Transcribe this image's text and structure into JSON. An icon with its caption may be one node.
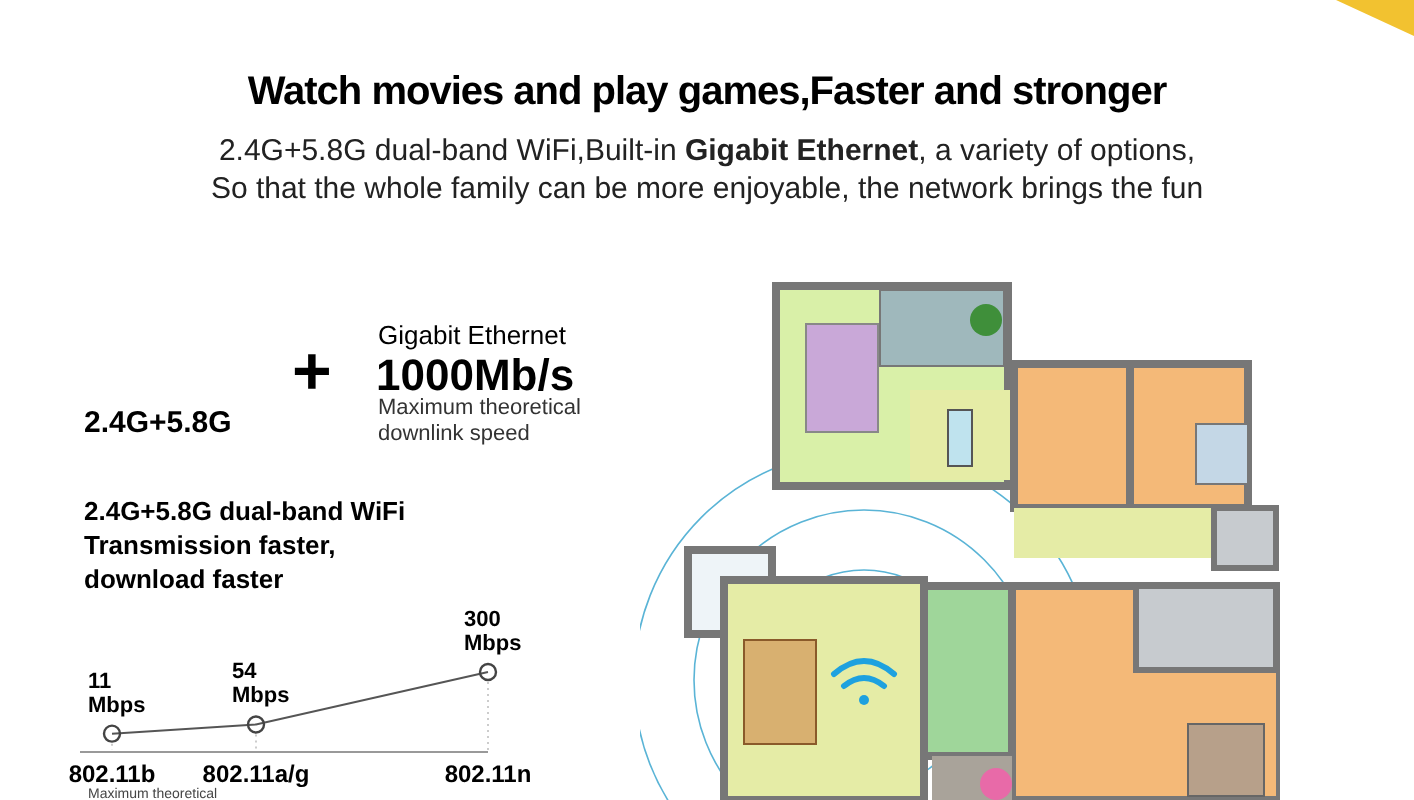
{
  "diagram": {
    "title": "Watch movies and play games,Faster and stronger",
    "labels": [
      "2.4G+5.8G dual-band WiFi,Built-in **Gigabit Ethernet**, a variety of options,",
      "So that the whole family can be more enjoyable, the network brings the fun",
      "2.4G+5.8G",
      "+",
      "Gigabit Ethernet",
      "1000Mb/s",
      "Maximum theoretical downlink speed",
      "2.4G+5.8G dual-band WiFi Transmission faster, download faster",
      "Maximum theoretical"
    ],
    "chart_data": {
      "type": "line",
      "marker": "o",
      "categories": [
        "802.11b",
        "802.11a/g",
        "802.11n"
      ],
      "values": [
        11,
        54,
        300
      ],
      "value_labels": [
        "11 Mbps",
        "54 Mbps",
        "300 Mbps"
      ]
    }
  }
}
